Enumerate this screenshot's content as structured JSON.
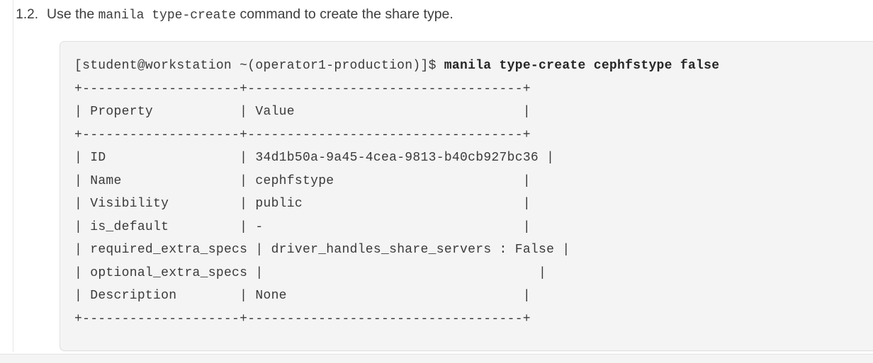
{
  "page": {
    "background_color": "#ffffff",
    "rule_color": "#e6e6e6",
    "bottom_band_color": "#f4f4f4"
  },
  "step": {
    "number": "1.2.",
    "text_before_code": "Use the ",
    "inline_code": "manila type-create",
    "text_after_code": " command to create the share type."
  },
  "terminal": {
    "background_color": "#f4f4f4",
    "border_color": "#e0e0e0",
    "text_color": "#3a3a3a",
    "prompt": "[student@workstation ~(operator1-production)]$ ",
    "command": "manila type-create cephfstype false",
    "table": {
      "top_border": "+--------------------+-----------------------------------+",
      "header_sep": "+--------------------+-----------------------------------+",
      "bottom_border": "+--------------------+-----------------------------------+",
      "columns": [
        "Property",
        "Value"
      ],
      "rows": [
        {
          "property": "ID",
          "value": "34d1b50a-9a45-4cea-9813-b40cb927bc36"
        },
        {
          "property": "Name",
          "value": "cephfstype"
        },
        {
          "property": "Visibility",
          "value": "public"
        },
        {
          "property": "is_default",
          "value": "-"
        },
        {
          "property": "required_extra_specs",
          "value": "driver_handles_share_servers : False"
        },
        {
          "property": "optional_extra_specs",
          "value": ""
        },
        {
          "property": "Description",
          "value": "None"
        }
      ]
    },
    "rendered_lines": [
      "[student@workstation ~(operator1-production)]$ manila type-create cephfstype false",
      "+--------------------+-----------------------------------+",
      "| Property           | Value                             |",
      "+--------------------+-----------------------------------+",
      "| ID                 | 34d1b50a-9a45-4cea-9813-b40cb927bc36 |",
      "| Name               | cephfstype                        |",
      "| Visibility         | public                            |",
      "| is_default         | -                                 |",
      "| required_extra_specs | driver_handles_share_servers : False |",
      "| optional_extra_specs |                                   |",
      "| Description        | None                              |",
      "+--------------------+-----------------------------------+"
    ]
  }
}
